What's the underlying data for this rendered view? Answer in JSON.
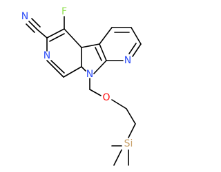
{
  "molecule": {
    "atoms": {
      "nitrile_n": {
        "symbol": "N",
        "color": "#3050F8"
      },
      "fluorine": {
        "symbol": "F",
        "color": "#90E050"
      },
      "pyridine_n_left": {
        "symbol": "N",
        "color": "#3050F8"
      },
      "pyridine_n_right": {
        "symbol": "N",
        "color": "#3050F8"
      },
      "pyrrole_n": {
        "symbol": "N",
        "color": "#3050F8"
      },
      "ether_o": {
        "symbol": "O",
        "color": "#FF0D0D"
      },
      "silicon": {
        "symbol": "Si",
        "color": "#C8A068"
      }
    },
    "bond_color": "#000000"
  }
}
